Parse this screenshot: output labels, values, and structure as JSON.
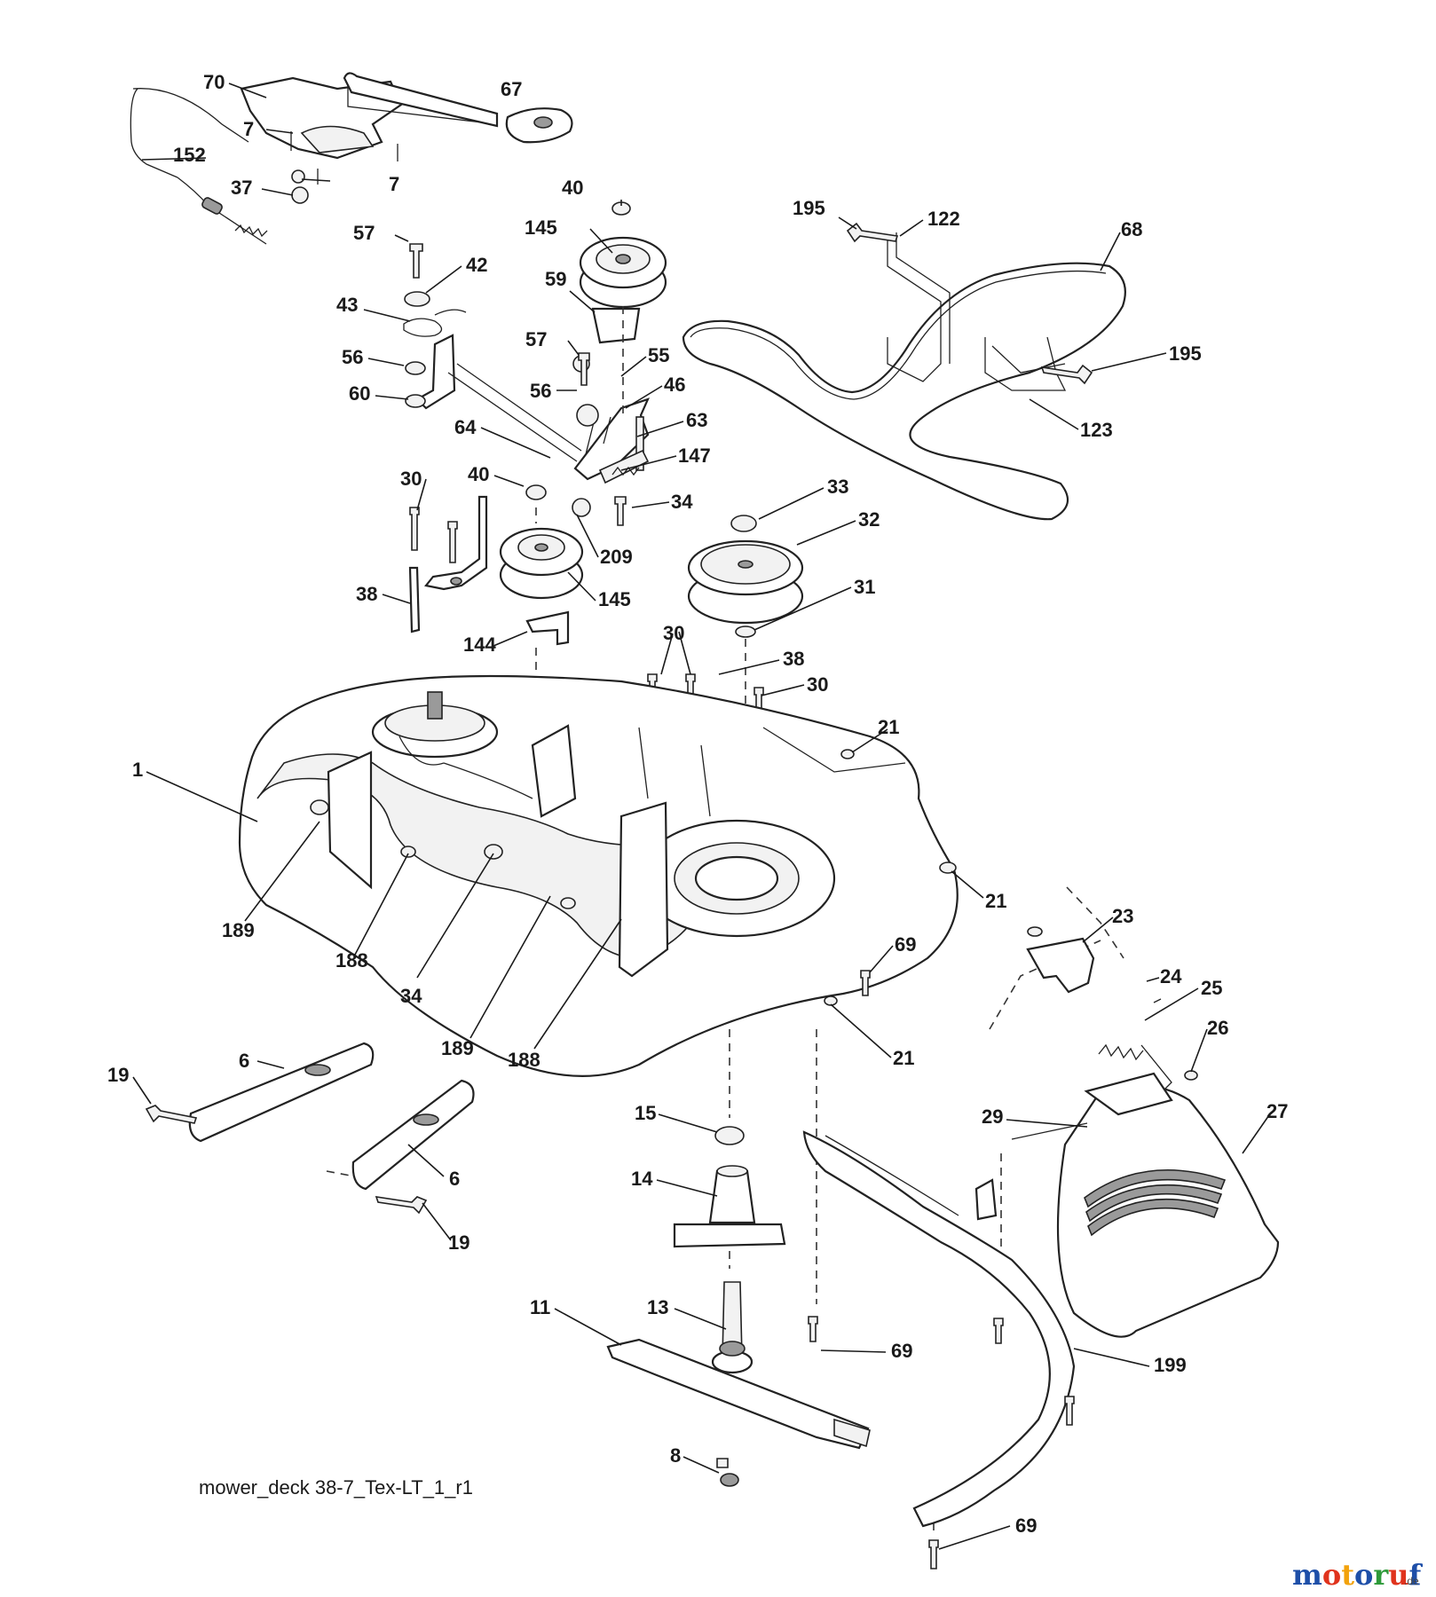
{
  "drawing_id": "mower_deck 38-7_Tex-LT_1_r1",
  "watermark": {
    "text": "motoruf",
    "suffix": ".de",
    "letter_colors": [
      "#1e4fa8",
      "#e0331d",
      "#f2a20c",
      "#1e4fa8",
      "#2e9a3a",
      "#e0331d",
      "#1e4fa8"
    ]
  },
  "callouts": [
    {
      "id": "c70",
      "label": "70"
    },
    {
      "id": "c67",
      "label": "67"
    },
    {
      "id": "c7a",
      "label": "7"
    },
    {
      "id": "c152",
      "label": "152"
    },
    {
      "id": "c7b",
      "label": "7"
    },
    {
      "id": "c37",
      "label": "37"
    },
    {
      "id": "c40a",
      "label": "40"
    },
    {
      "id": "c195a",
      "label": "195"
    },
    {
      "id": "c122",
      "label": "122"
    },
    {
      "id": "c68",
      "label": "68"
    },
    {
      "id": "c145a",
      "label": "145"
    },
    {
      "id": "c57a",
      "label": "57"
    },
    {
      "id": "c42",
      "label": "42"
    },
    {
      "id": "c59",
      "label": "59"
    },
    {
      "id": "c43",
      "label": "43"
    },
    {
      "id": "c57b",
      "label": "57"
    },
    {
      "id": "c55",
      "label": "55"
    },
    {
      "id": "c195b",
      "label": "195"
    },
    {
      "id": "c56a",
      "label": "56"
    },
    {
      "id": "c56b",
      "label": "56"
    },
    {
      "id": "c46",
      "label": "46"
    },
    {
      "id": "c60",
      "label": "60"
    },
    {
      "id": "c64",
      "label": "64"
    },
    {
      "id": "c63",
      "label": "63"
    },
    {
      "id": "c123",
      "label": "123"
    },
    {
      "id": "c147",
      "label": "147"
    },
    {
      "id": "c30a",
      "label": "30"
    },
    {
      "id": "c40b",
      "label": "40"
    },
    {
      "id": "c33",
      "label": "33"
    },
    {
      "id": "c34a",
      "label": "34"
    },
    {
      "id": "c32",
      "label": "32"
    },
    {
      "id": "c209",
      "label": "209"
    },
    {
      "id": "c38a",
      "label": "38"
    },
    {
      "id": "c145b",
      "label": "145"
    },
    {
      "id": "c31",
      "label": "31"
    },
    {
      "id": "c144",
      "label": "144"
    },
    {
      "id": "c30b",
      "label": "30"
    },
    {
      "id": "c38b",
      "label": "38"
    },
    {
      "id": "c30c",
      "label": "30"
    },
    {
      "id": "c21a",
      "label": "21"
    },
    {
      "id": "c1",
      "label": "1"
    },
    {
      "id": "c21b",
      "label": "21"
    },
    {
      "id": "c23",
      "label": "23"
    },
    {
      "id": "c189a",
      "label": "189"
    },
    {
      "id": "c188a",
      "label": "188"
    },
    {
      "id": "c69a",
      "label": "69"
    },
    {
      "id": "c24",
      "label": "24"
    },
    {
      "id": "c25",
      "label": "25"
    },
    {
      "id": "c34b",
      "label": "34"
    },
    {
      "id": "c189b",
      "label": "189"
    },
    {
      "id": "c188b",
      "label": "188"
    },
    {
      "id": "c21c",
      "label": "21"
    },
    {
      "id": "c26",
      "label": "26"
    },
    {
      "id": "c6a",
      "label": "6"
    },
    {
      "id": "c19a",
      "label": "19"
    },
    {
      "id": "c15",
      "label": "15"
    },
    {
      "id": "c29",
      "label": "29"
    },
    {
      "id": "c27",
      "label": "27"
    },
    {
      "id": "c6b",
      "label": "6"
    },
    {
      "id": "c14",
      "label": "14"
    },
    {
      "id": "c19b",
      "label": "19"
    },
    {
      "id": "c11",
      "label": "11"
    },
    {
      "id": "c13",
      "label": "13"
    },
    {
      "id": "c69b",
      "label": "69"
    },
    {
      "id": "c199",
      "label": "199"
    },
    {
      "id": "c8",
      "label": "8"
    },
    {
      "id": "c69c",
      "label": "69"
    }
  ]
}
